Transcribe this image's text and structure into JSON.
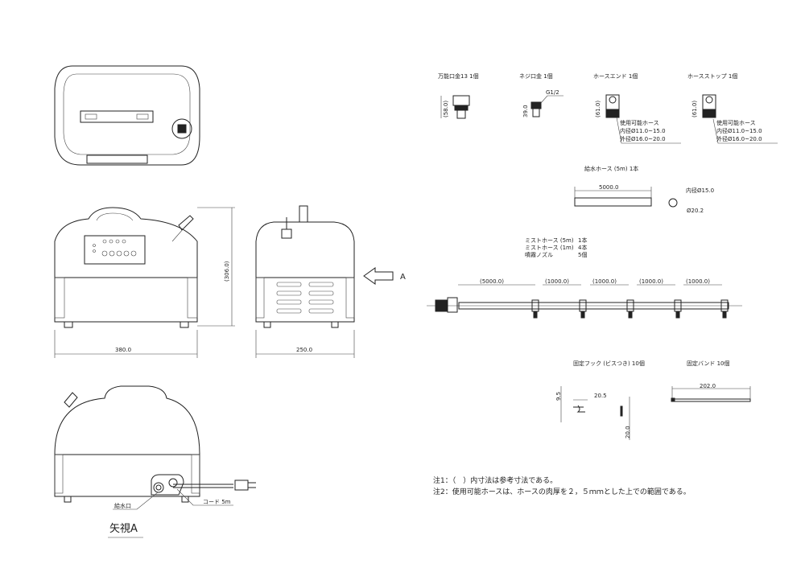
{
  "dimensions": {
    "width_main": "380.0",
    "width_side": "250.0",
    "height_main": "(306.0)",
    "view_arrow_label": "A"
  },
  "rear_view": {
    "water_inlet_label": "給水口",
    "cord_label": "コード 5m",
    "view_title": "矢視A"
  },
  "parts": {
    "universal_fitting": {
      "label": "万能口金13 1個",
      "dim": "(58.0)"
    },
    "thread_fitting": {
      "label": "ネジ口金 1個",
      "dim": "39.0",
      "thread": "G1/2"
    },
    "hose_end": {
      "label": "ホースエンド 1個",
      "dim": "(61.0)",
      "hose_title": "使用可能ホース",
      "inner": "内径Ø11.0~15.0",
      "outer": "外径Ø16.0~20.0"
    },
    "hose_stop": {
      "label": "ホースストップ 1個",
      "dim": "(61.0)",
      "hose_title": "使用可能ホース",
      "inner": "内径Ø11.0~15.0",
      "outer": "外径Ø16.0~20.0"
    },
    "supply_hose": {
      "label": "給水ホース (5m) 1本",
      "length": "5000.0",
      "inner": "内径Ø15.0",
      "outer": "Ø20.2"
    },
    "mist_list": [
      {
        "name": "ミストホース (5m)",
        "qty": "1本"
      },
      {
        "name": "ミストホース (1m)",
        "qty": "4本"
      },
      {
        "name": "噴霧ノズル",
        "qty": "5個"
      }
    ],
    "mist_dims": [
      "(5000.0)",
      "(1000.0)",
      "(1000.0)",
      "(1000.0)",
      "(1000.0)"
    ],
    "hook": {
      "label": "固定フック (ビスつき) 10個",
      "dim_h": "9.5",
      "dim_w": "20.5",
      "dim_screw": "20.0"
    },
    "band": {
      "label": "固定バンド 10個",
      "length": "202.0"
    }
  },
  "notes": [
    "注1：（　）内寸法は参考寸法である。",
    "注2：使用可能ホースは、ホースの肉厚を２，５ｍｍとした上での範囲である。"
  ]
}
